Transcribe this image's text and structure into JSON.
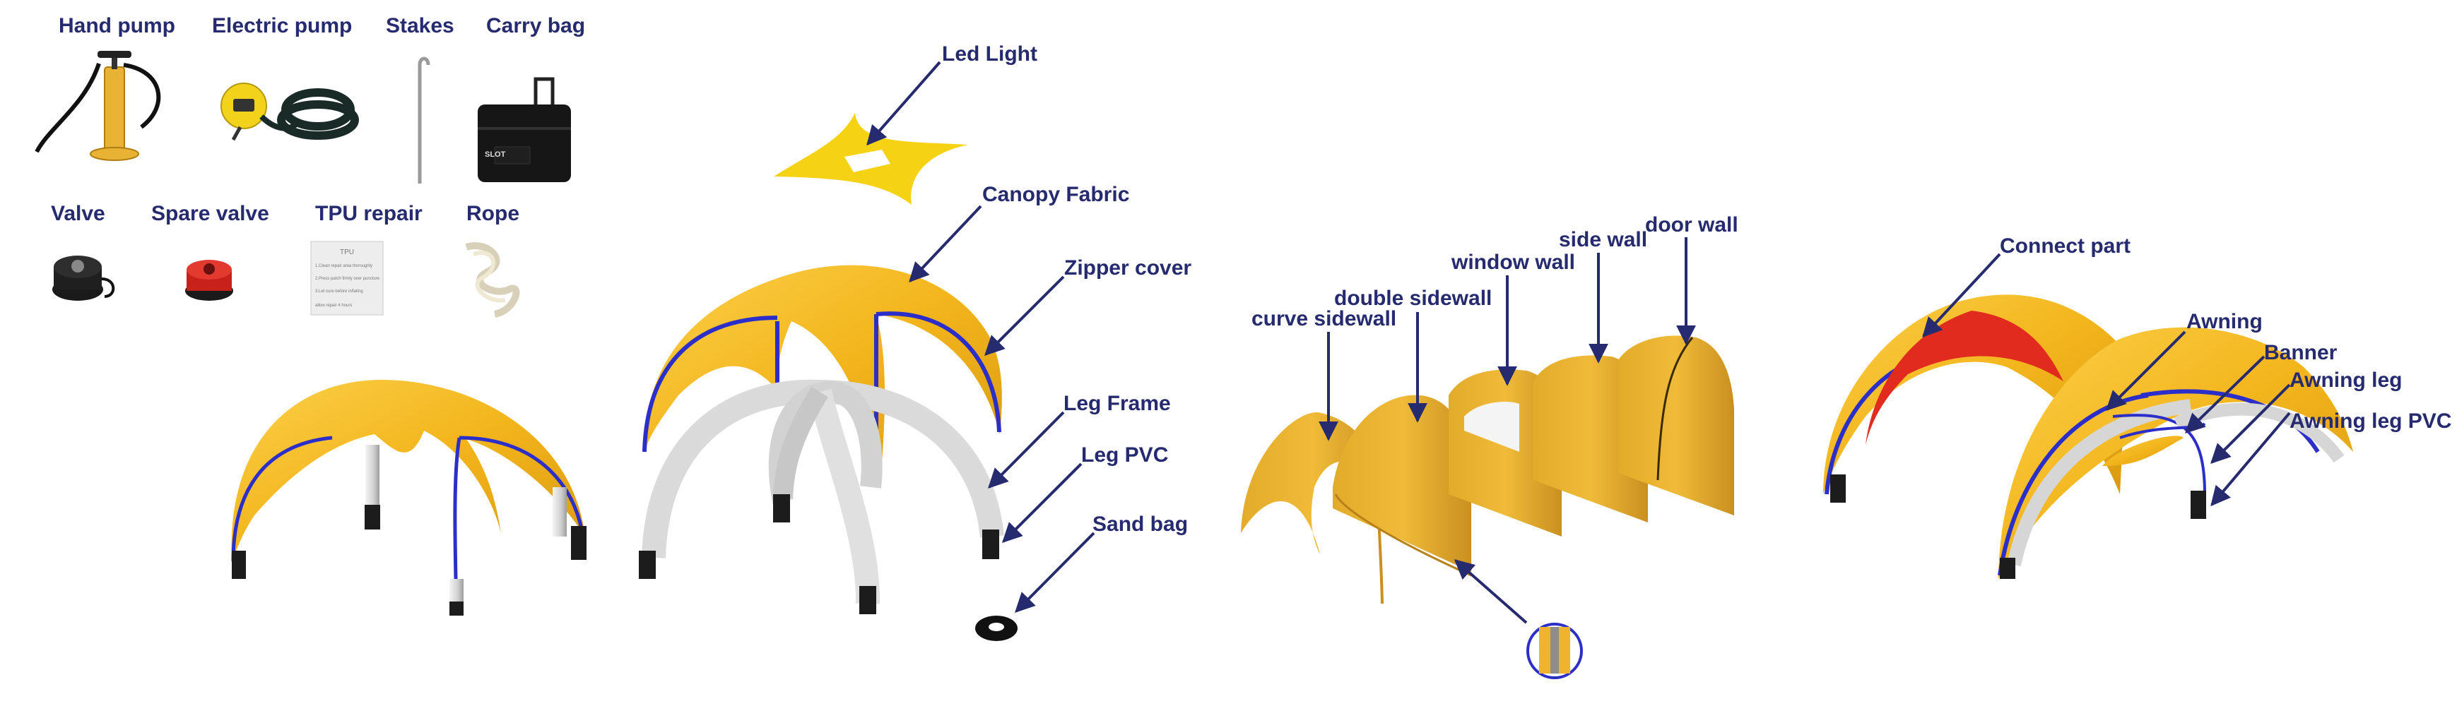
{
  "accessories": {
    "hand_pump": "Hand pump",
    "electric_pump": "Electric pump",
    "stakes": "Stakes",
    "carry_bag": "Carry bag",
    "valve": "Valve",
    "spare_valve": "Spare valve",
    "tpu_repair": "TPU repair",
    "rope": "Rope"
  },
  "bag_brand": "SLOT",
  "tpu_card": {
    "heading": "TPU",
    "lines": [
      "1.Clean repair area thoroughly",
      "2.Press patch firmly over puncture",
      "3.Let cure before inflating"
    ],
    "footer": "allow repair 4 hours"
  },
  "parts": {
    "led_light": "Led Light",
    "canopy_fabric": "Canopy Fabric",
    "zipper_cover": "Zipper cover",
    "leg_frame": "Leg Frame",
    "leg_pvc": "Leg PVC",
    "sand_bag": "Sand bag"
  },
  "walls": {
    "curve_sidewall": "curve sidewall",
    "double_sidewall": "double sidewall",
    "window_wall": "window wall",
    "side_wall": "side wall",
    "door_wall": "door wall"
  },
  "connected": {
    "connect_part": "Connect part",
    "awning": "Awning",
    "banner": "Banner",
    "awning_leg": "Awning leg",
    "awning_leg_pvc": "Awning leg PVC"
  },
  "colors": {
    "canopy_yellow": "#f3b51c",
    "label_navy": "#262a6e",
    "zipper_blue": "#2b2ec8",
    "connect_red": "#e12b1e",
    "leg_gray": "#d6d6d6"
  }
}
